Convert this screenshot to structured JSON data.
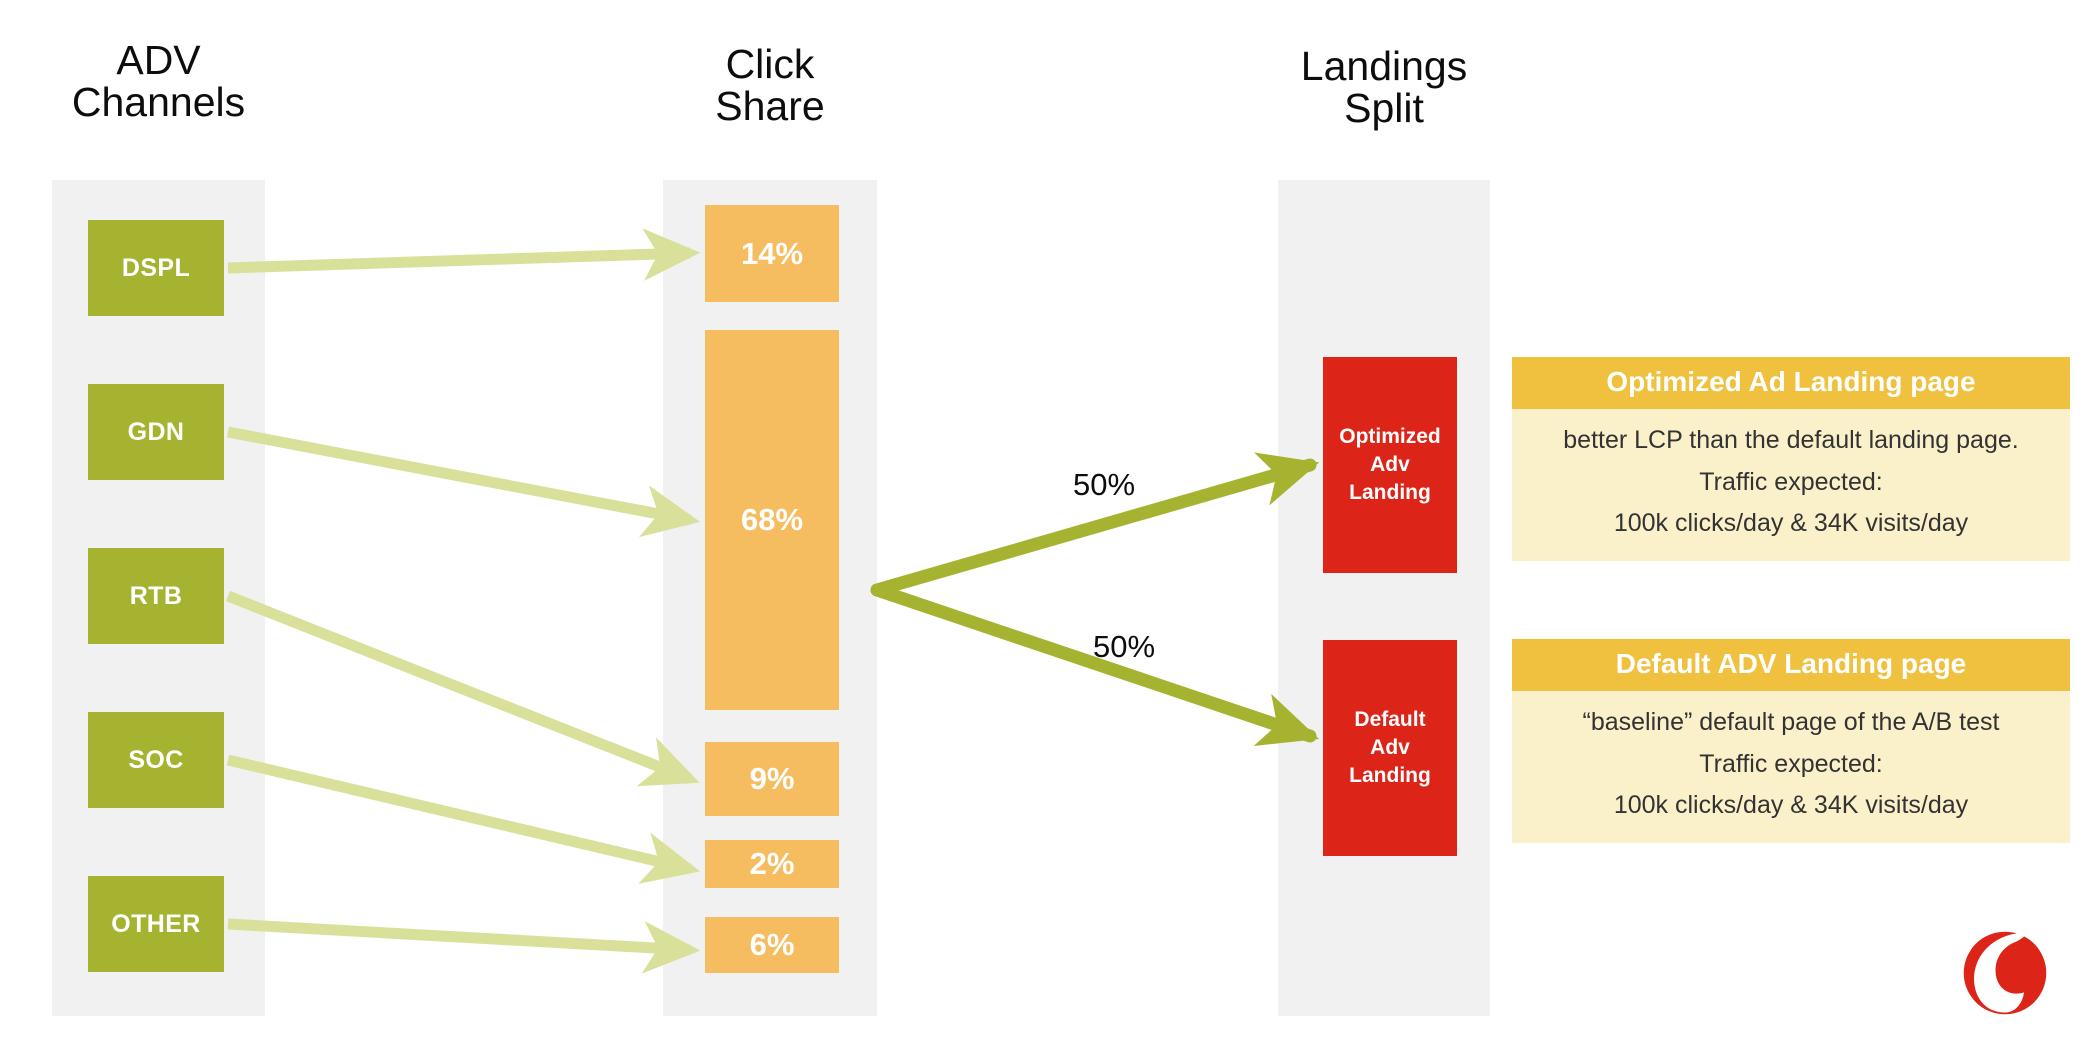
{
  "colors": {
    "channel_box": "#a6b330",
    "share_bar": "#f5bd5f",
    "landing_box": "#dc2418",
    "panel_bg": "#f1f1f1",
    "card_header": "#f0c03f",
    "card_body": "#faf0c9",
    "thin_arrow": "#d9e09a",
    "thick_arrow": "#a6b330",
    "logo_red": "#dc2418"
  },
  "columns": {
    "adv": {
      "title": "ADV\nChannels"
    },
    "click": {
      "title": "Click\nShare"
    },
    "landings": {
      "title": "Landings\nSplit"
    }
  },
  "channels": [
    {
      "label": "DSPL"
    },
    {
      "label": "GDN"
    },
    {
      "label": "RTB"
    },
    {
      "label": "SOC"
    },
    {
      "label": "OTHER"
    }
  ],
  "click_share": [
    {
      "label": "14%"
    },
    {
      "label": "68%"
    },
    {
      "label": "9%"
    },
    {
      "label": "2%"
    },
    {
      "label": "6%"
    }
  ],
  "landings": [
    {
      "label": "Optimized\nAdv\nLanding"
    },
    {
      "label": "Default\nAdv\nLanding"
    }
  ],
  "split": {
    "top_label": "50%",
    "bottom_label": "50%"
  },
  "cards": [
    {
      "title": "Optimized Ad Landing page",
      "body": "better LCP than the default landing page.\nTraffic expected:\n100k clicks/day  & 34K visits/day"
    },
    {
      "title": "Default ADV Landing page",
      "body": "“baseline” default page of the A/B test\nTraffic expected:\n100k clicks/day  & 34K visits/day"
    }
  ],
  "chart_data": {
    "type": "bar",
    "title": "ADV Channels → Click Share → Landings Split",
    "categories": [
      "DSPL",
      "GDN",
      "RTB",
      "SOC",
      "OTHER"
    ],
    "values": [
      14,
      68,
      9,
      2,
      6
    ],
    "value_labels": [
      "14%",
      "68%",
      "9%",
      "2%",
      "6%"
    ],
    "xlabel": "ADV Channels",
    "ylabel": "Click Share",
    "ylim": [
      0,
      68
    ],
    "grid": false,
    "legend": "none",
    "flow": {
      "stage1": "ADV Channels",
      "stage2": "Click Share",
      "stage3": "Landings Split",
      "landing_split": [
        {
          "name": "Optimized Adv Landing",
          "value": 50,
          "label": "50%"
        },
        {
          "name": "Default Adv Landing",
          "value": 50,
          "label": "50%"
        }
      ]
    }
  }
}
